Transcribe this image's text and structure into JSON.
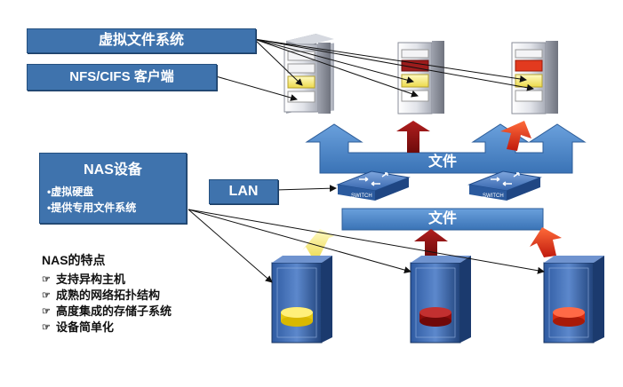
{
  "labels": {
    "virtual_fs": "虚拟文件系统",
    "client": "NFS/CIFS 客户端",
    "nas_device": "NAS设备",
    "nas_items": [
      "•虚拟硬盘",
      "•提供专用文件系统"
    ],
    "lan": "LAN",
    "file_upper": "文件",
    "file_lower": "文件",
    "switch_text": "SWITCH"
  },
  "features": {
    "title": "NAS的特点",
    "items": [
      "支持异构主机",
      "成熟的网络拓扑结构",
      "高度集成的存储子系统",
      "设备简单化"
    ],
    "bullet_icon": "pointing-hand-icon"
  },
  "colors": {
    "box_blue": "#3f73ad",
    "bar_blue": "#4a86c6",
    "accent_yellow": "#f2e14a",
    "accent_darkred": "#8c0f0f",
    "accent_red": "#e8331c"
  }
}
